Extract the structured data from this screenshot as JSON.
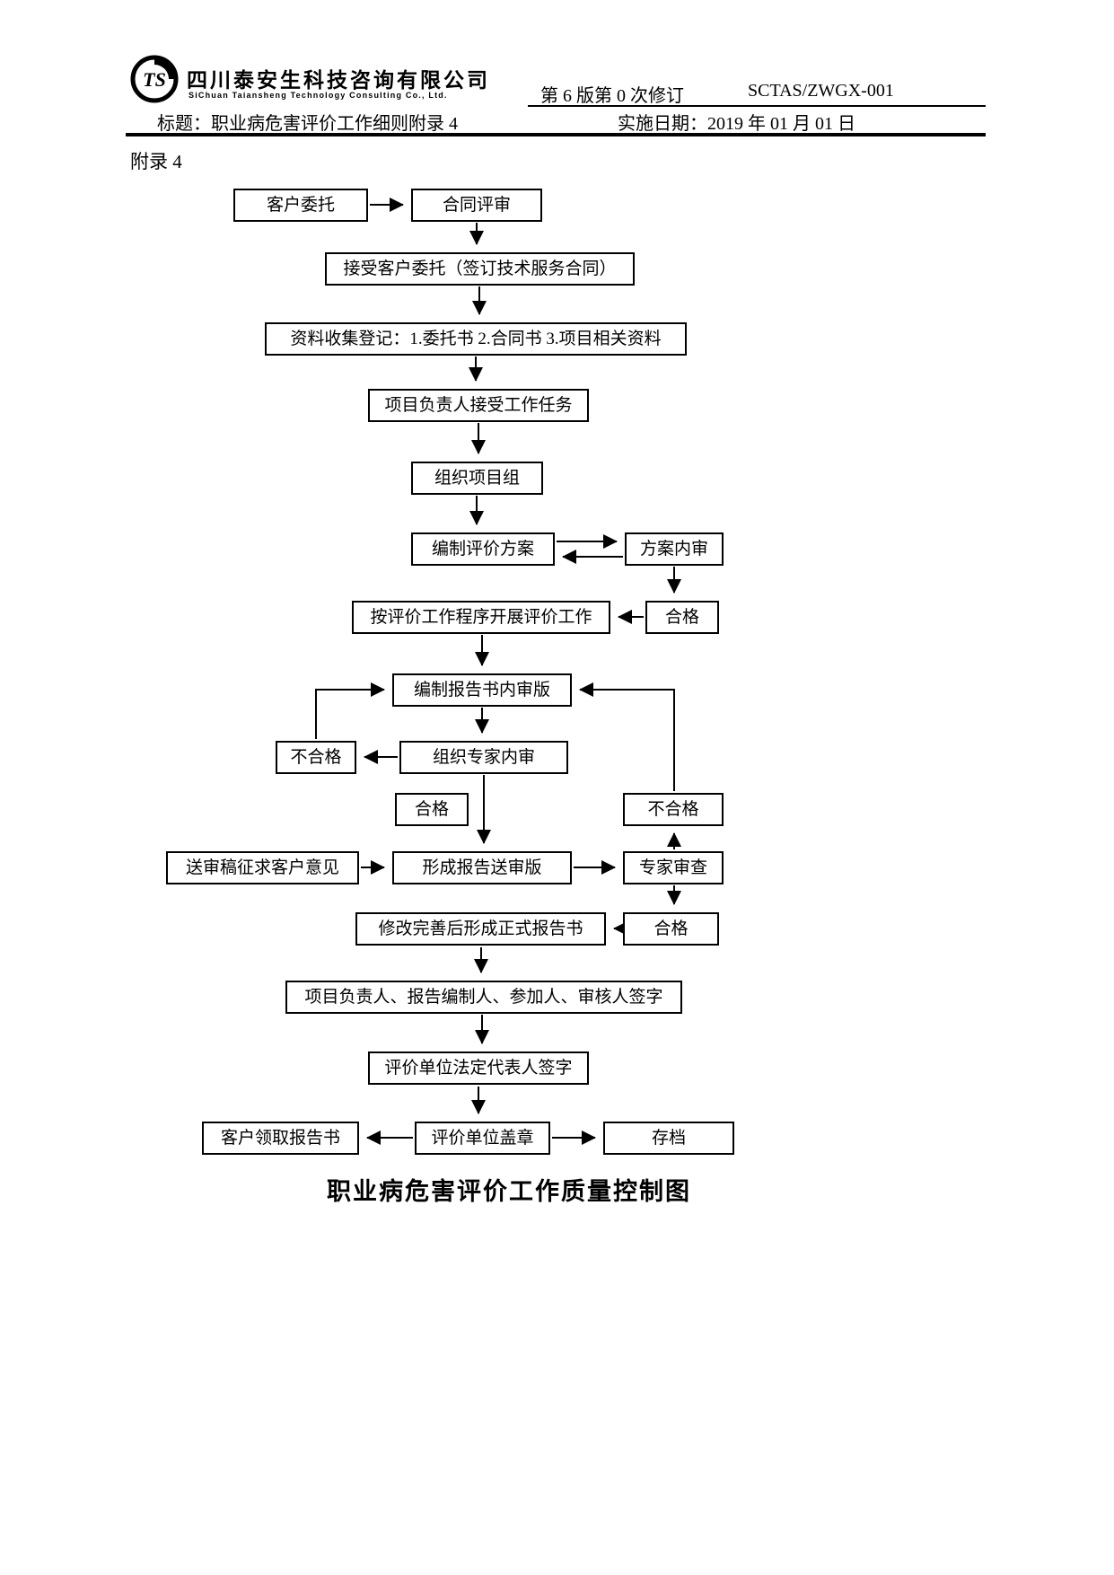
{
  "header": {
    "logo_monogram": "TS",
    "company_name": "四川泰安生科技咨询有限公司",
    "company_name_en": "SiChuan Taiansheng Technology Consulting Co., Ltd.",
    "revision": "第 6 版第 0 次修订",
    "doc_code": "SCTAS/ZWGX-001",
    "doc_title": "标题：职业病危害评价工作细则附录 4",
    "effective_date": "实施日期：2019 年 01 月 01 日"
  },
  "appendix_label": "附录 4",
  "flowchart": {
    "caption": "职业病危害评价工作质量控制图",
    "nodes": {
      "client_entrust": "客户委托",
      "contract_review": "合同评审",
      "accept_entrust": "接受客户委托（签订技术服务合同）",
      "data_register": "资料收集登记：1.委托书 2.合同书 3.项目相关资料",
      "leader_accept_task": "项目负责人接受工作任务",
      "organize_team": "组织项目组",
      "draft_plan": "编制评价方案",
      "plan_internal_review": "方案内审",
      "plan_pass": "合格",
      "carry_out_work": "按评价工作程序开展评价工作",
      "internal_draft_report": "编制报告书内审版",
      "internal_fail": "不合格",
      "expert_internal_review": "组织专家内审",
      "internal_pass": "合格",
      "expert_fail": "不合格",
      "client_opinion": "送审稿征求客户意见",
      "review_draft_report": "形成报告送审版",
      "expert_review": "专家审查",
      "final_report": "修改完善后形成正式报告书",
      "expert_pass": "合格",
      "signatures": "项目负责人、报告编制人、参加人、审核人签字",
      "legal_rep_signature": "评价单位法定代表人签字",
      "client_receive_report": "客户领取报告书",
      "unit_seal": "评价单位盖章",
      "archive": "存档"
    }
  }
}
